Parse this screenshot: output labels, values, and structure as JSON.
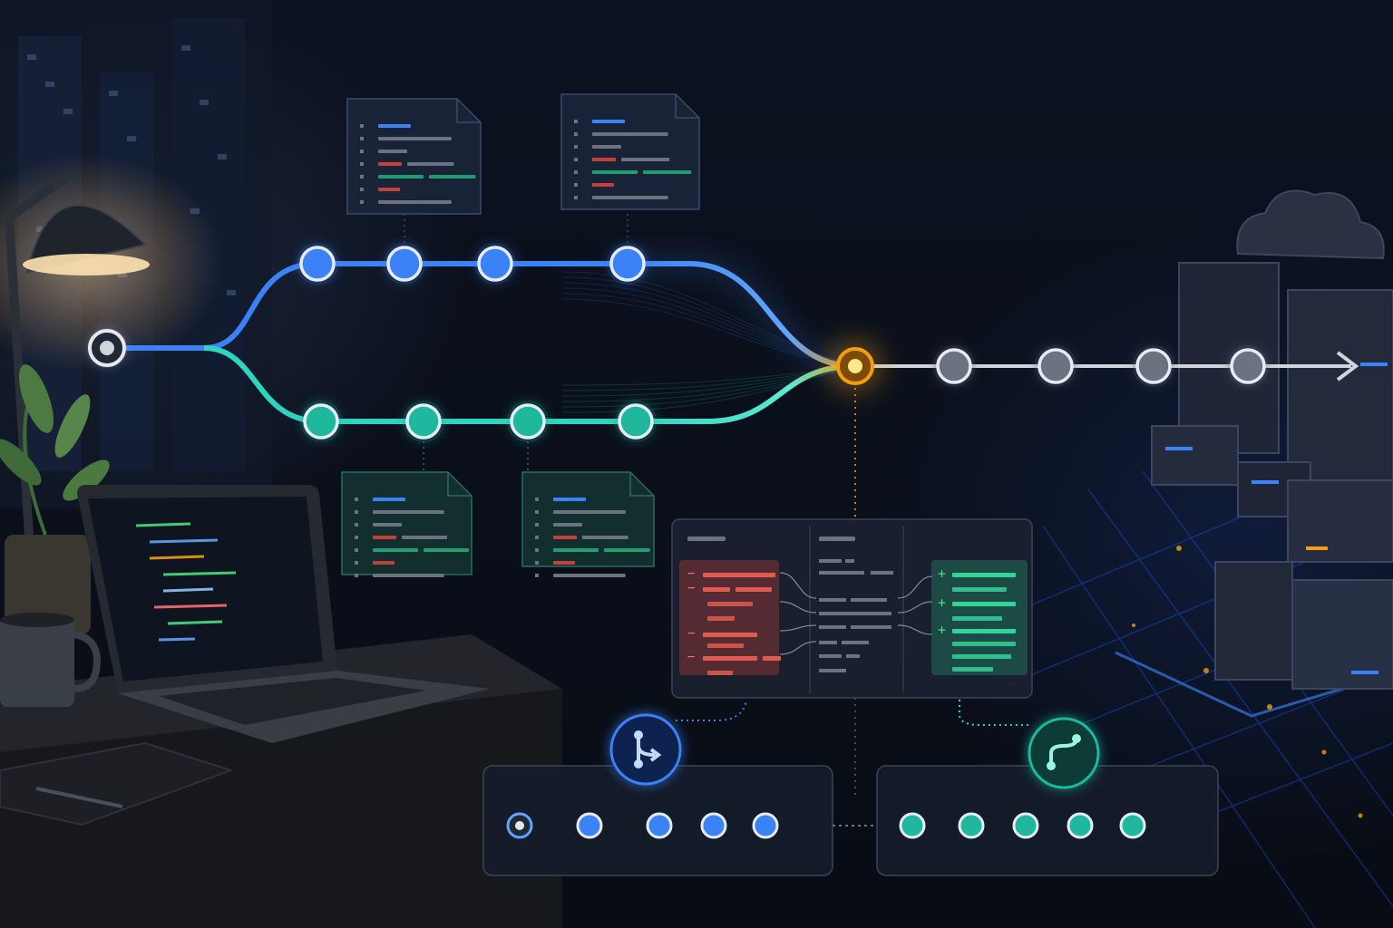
{
  "colors": {
    "background": "#0a0f19",
    "feature_branch_blue": "#3b82f6",
    "feature_branch_teal": "#2dd4bf",
    "merge_commit_orange": "#f59e0b",
    "main_line_gray": "#9ca3af",
    "diff_removed_red": "#c2413a",
    "diff_added_green": "#1f9d6e"
  },
  "graph": {
    "origin_commit": {
      "type": "origin"
    },
    "blue_branch": {
      "commits": 4,
      "diff_cards_attached_to": [
        2,
        4
      ]
    },
    "teal_branch": {
      "commits": 4,
      "diff_cards_attached_to": [
        2,
        3
      ]
    },
    "merge_commit": {
      "type": "merge"
    },
    "main_after_merge": {
      "commits": 4,
      "ends_with": "arrow"
    }
  },
  "diff_panel": {
    "panes": [
      "removed",
      "context",
      "added"
    ],
    "removed_markers": [
      "−",
      "−",
      "−",
      "−"
    ],
    "added_markers": [
      "+",
      "+",
      "+"
    ]
  },
  "mini_panels": [
    {
      "icon": "branch-icon",
      "commits": 5,
      "color": "blue"
    },
    {
      "icon": "merge-icon",
      "commits": 5,
      "color": "teal"
    }
  ],
  "decor": {
    "scene_left": [
      "desk-lamp",
      "plant",
      "laptop",
      "coffee-mug",
      "notebook",
      "window"
    ],
    "scene_right": [
      "cloud-servers",
      "circuit-grid"
    ]
  }
}
